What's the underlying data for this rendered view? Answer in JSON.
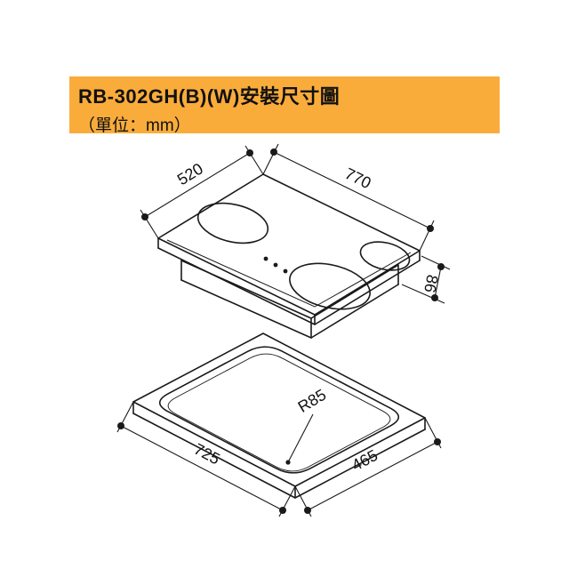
{
  "header": {
    "title": "RB-302GH(B)(W)安裝尺寸圖",
    "subtitle": "（單位：mm）"
  },
  "colors": {
    "header_background": "#faac3b",
    "line_color": "#1a1a1a",
    "page_background": "#ffffff"
  },
  "diagram": {
    "unit": "mm",
    "labels": {
      "top_width": "770",
      "top_depth": "520",
      "body_height": "86",
      "cutout_width": "725",
      "cutout_depth": "465",
      "corner_radius": "R85"
    }
  }
}
